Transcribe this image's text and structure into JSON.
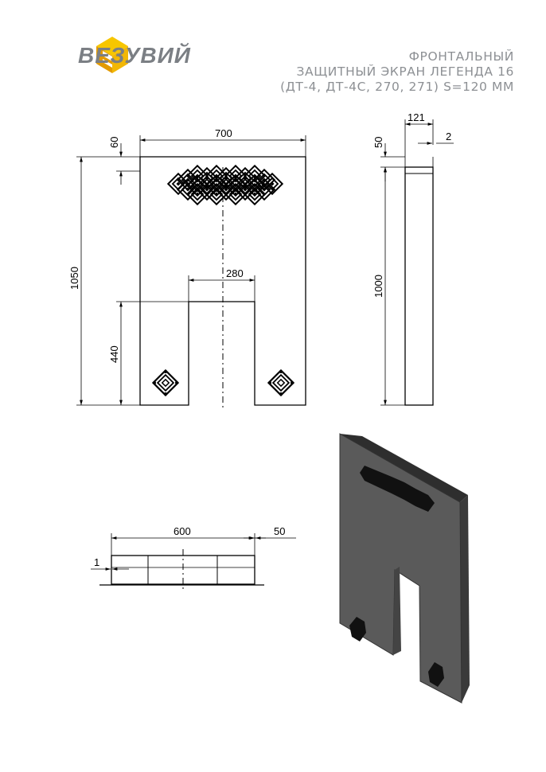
{
  "brand": {
    "name": "ВЕЗУВИЙ",
    "logo_icon": "vesuvius-logo-icon",
    "accent_color": "#f2b705",
    "text_color": "#7b7f84"
  },
  "title": {
    "line1": "ФРОНТАЛЬНЫЙ",
    "line2": "ЗАЩИТНЫЙ ЭКРАН ЛЕГЕНДА 16",
    "line3": "(ДТ-4, ДТ-4С, 270, 271) S=120 ММ"
  },
  "front_view": {
    "width": "700",
    "height": "1050",
    "top_offset": "60",
    "opening_width": "280",
    "opening_height": "440"
  },
  "side_view": {
    "depth": "121",
    "thickness": "2",
    "top_offset": "50",
    "height": "1000"
  },
  "top_view": {
    "width": "600",
    "depth": "50",
    "thickness": "1"
  },
  "render": {
    "panel_color": "#5a5a5a",
    "edge_color": "#2e2e2e"
  }
}
